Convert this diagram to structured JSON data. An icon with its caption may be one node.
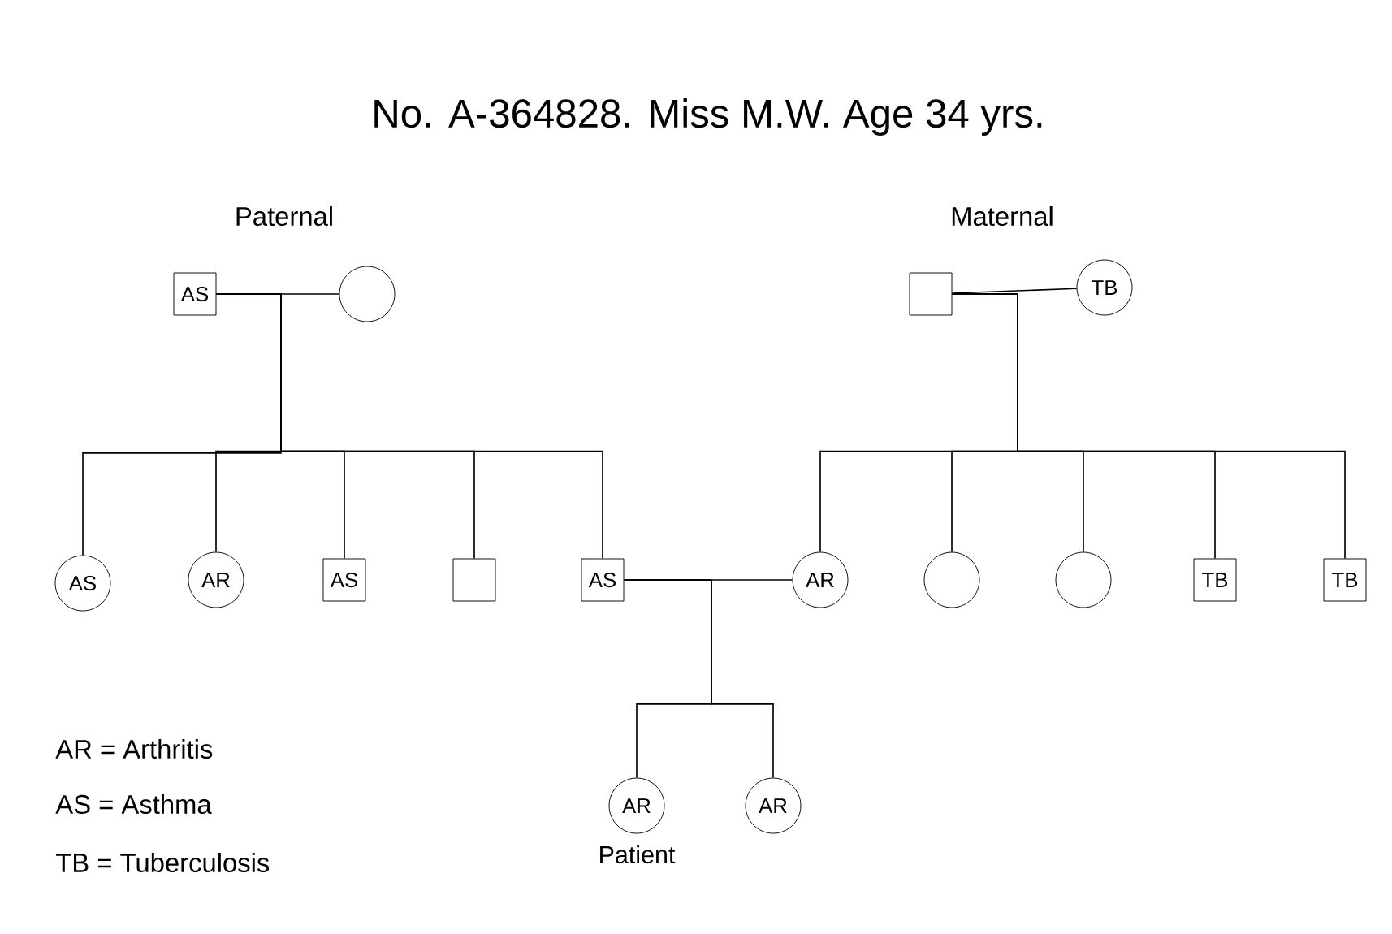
{
  "diagram": {
    "title": "No. A-364828. Miss M.W. Age 34 yrs.",
    "nodes": [
      {
        "text": [
          "AS"
        ]
      },
      {
        "text": [],
        "shape": "circle"
      },
      {
        "text": [],
        "shape": "box"
      },
      {
        "text": [
          "TB"
        ]
      },
      {
        "text": [
          "AS"
        ]
      },
      {
        "text": [
          "AR"
        ]
      },
      {
        "text": [
          "AS"
        ]
      },
      {
        "text": [],
        "shape": "box"
      },
      {
        "text": [
          "AS"
        ]
      },
      {
        "text": [
          "AR"
        ]
      },
      {
        "text": [],
        "shape": "circle"
      },
      {
        "text": [],
        "shape": "circle"
      },
      {
        "text": [
          "TB"
        ]
      },
      {
        "text": [
          "TB"
        ]
      },
      {
        "text": [
          "AR"
        ],
        "beside": [
          "Patient"
        ]
      },
      {
        "text": [
          "AR"
        ]
      }
    ],
    "edges": [
      {
        "from": 0,
        "to": 1,
        "arrow": "none"
      },
      {
        "from": 2,
        "to": 3,
        "arrow": "none"
      },
      {
        "from": 8,
        "to": 9,
        "arrow": "none"
      },
      {
        "from": 0,
        "to": 4,
        "arrow": "none"
      },
      {
        "from": 0,
        "to": 5,
        "arrow": "none"
      },
      {
        "from": 0,
        "to": 6,
        "arrow": "none"
      },
      {
        "from": 0,
        "to": 7,
        "arrow": "none"
      },
      {
        "from": 0,
        "to": 8,
        "arrow": "none"
      },
      {
        "from": 2,
        "to": 9,
        "arrow": "none"
      },
      {
        "from": 2,
        "to": 10,
        "arrow": "none"
      },
      {
        "from": 2,
        "to": 11,
        "arrow": "none"
      },
      {
        "from": 2,
        "to": 12,
        "arrow": "none"
      },
      {
        "from": 2,
        "to": 13,
        "arrow": "none"
      },
      {
        "from": 8,
        "to": 14,
        "arrow": "none"
      },
      {
        "from": 8,
        "to": 15,
        "arrow": "none"
      }
    ],
    "labels": [
      "Paternal",
      "Maternal",
      "AR = Arthritis",
      "AS = Asthma",
      "TB = Tuberculosis"
    ]
  }
}
